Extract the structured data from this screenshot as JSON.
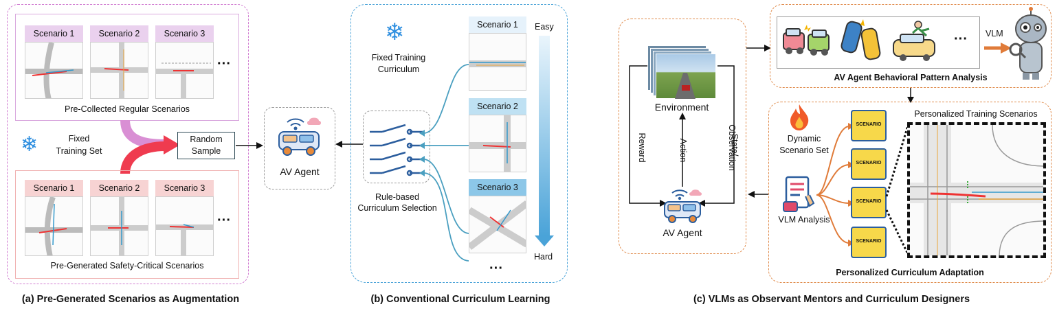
{
  "panel_a": {
    "top_scenarios": [
      "Scenario 1",
      "Scenario 2",
      "Scenario 3"
    ],
    "top_ellipsis": "···",
    "top_caption": "Pre-Collected Regular Scenarios",
    "fixed_set_line1": "Fixed",
    "fixed_set_line2": "Training Set",
    "random_line1": "Random",
    "random_line2": "Sample",
    "bottom_scenarios": [
      "Scenario 1",
      "Scenario 2",
      "Scenario 3"
    ],
    "bottom_ellipsis": "···",
    "bottom_caption": "Pre-Generated Safety-Critical Scenarios",
    "agent_label": "AV Agent",
    "title": "(a) Pre-Generated Scenarios as Augmentation",
    "colors": {
      "top_label_bg": "#ead1ee",
      "bottom_label_bg": "#f7d3d3",
      "arrow_red": "#ef3b4f",
      "arrow_pink": "#d98fd4"
    }
  },
  "panel_b": {
    "fixed_line1": "Fixed Training",
    "fixed_line2": "Curriculum",
    "rule_line1": "Rule-based",
    "rule_line2": "Curriculum Selection",
    "scenarios": [
      "Scenario 1",
      "Scenario 2",
      "Scenario 3"
    ],
    "ellipsis": "···",
    "easy": "Easy",
    "hard": "Hard",
    "title": "(b) Conventional Curriculum Learning",
    "colors": {
      "label_1": "#e6f2fb",
      "label_2": "#bfe1f3",
      "label_3": "#8cc7e8",
      "curve": "#4a9fc0"
    }
  },
  "panel_c": {
    "environment": "Environment",
    "reward": "Reward",
    "action": "Action",
    "state_obs_line1": "State/",
    "state_obs_line2": "Observation",
    "agent_label": "AV Agent",
    "vlm_label": "VLM",
    "behavior_ellipsis": "···",
    "behavior_caption": "AV Agent Behavioral Pattern Analysis",
    "dynamic_line1": "Dynamic",
    "dynamic_line2": "Scenario Set",
    "vlm_analysis": "VLM Analysis",
    "scenario_file_label": "SCENARIO",
    "personalized_title": "Personalized Training Scenarios",
    "adaptation_caption": "Personalized Curriculum Adaptation",
    "title": "(c) VLMs as Observant Mentors and Curriculum Designers",
    "colors": {
      "orange": "#e07b39",
      "folder": "#f7d84a"
    }
  }
}
